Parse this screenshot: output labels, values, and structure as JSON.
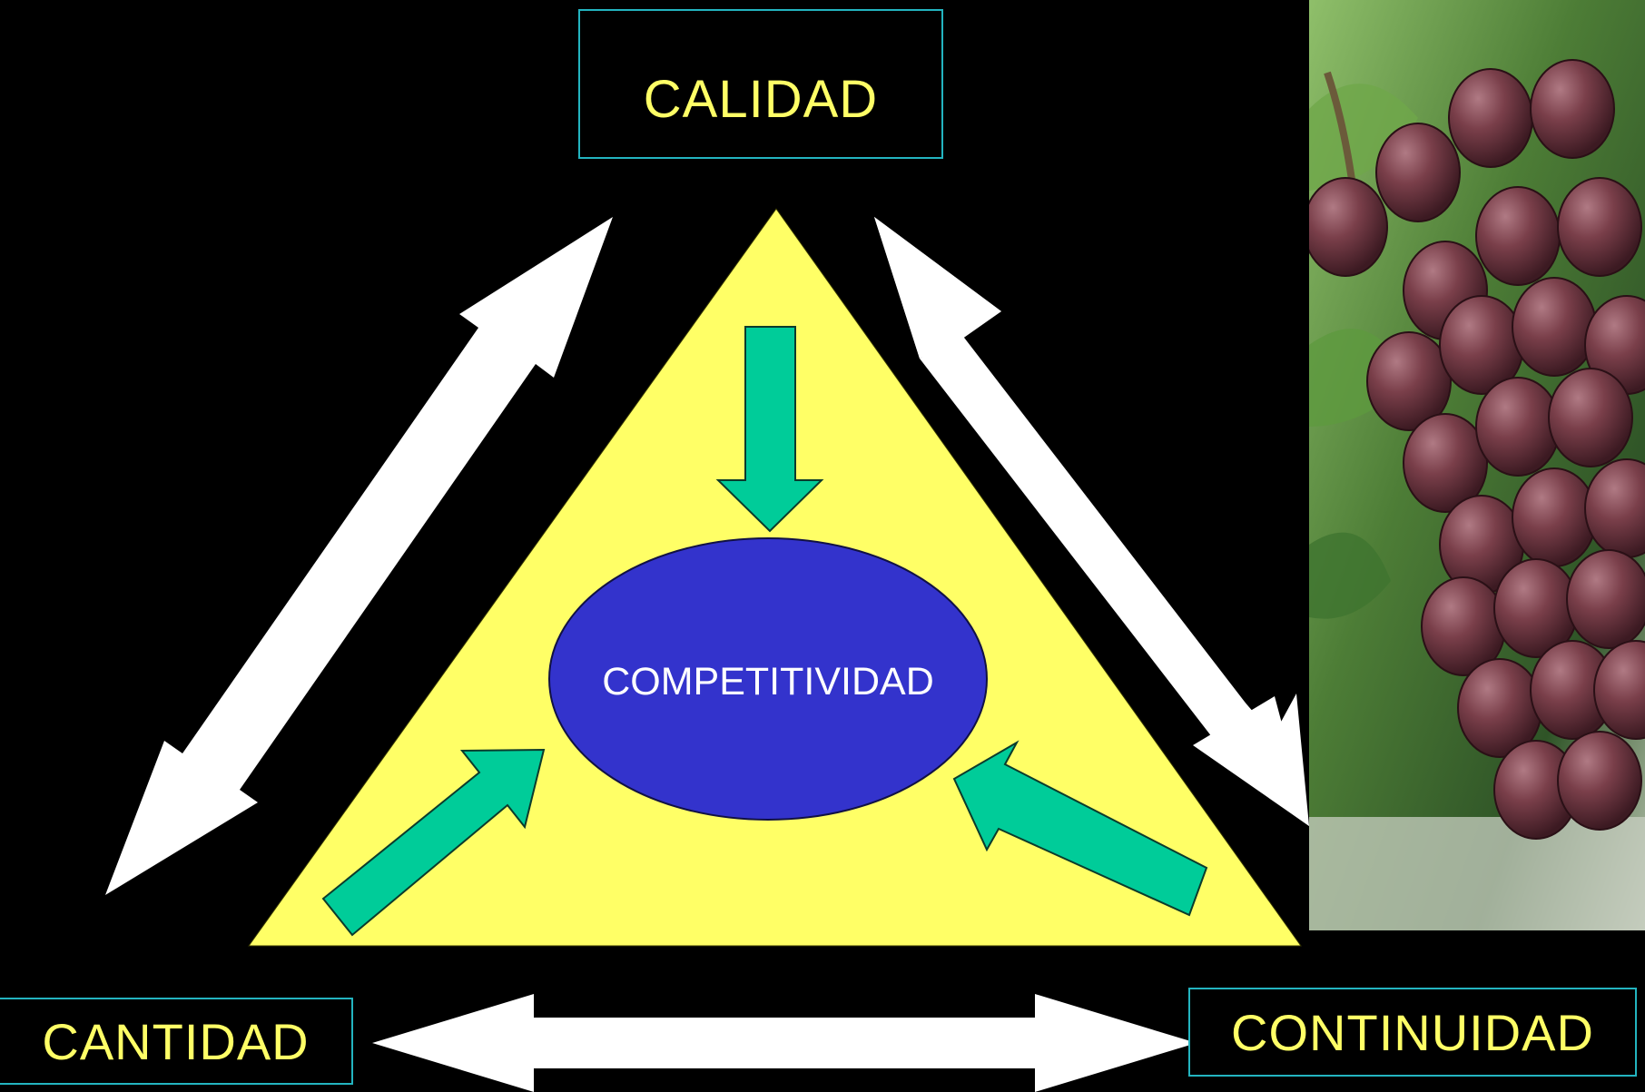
{
  "diagram": {
    "top_node": {
      "label": "CALIDAD"
    },
    "left_node": {
      "label": "CANTIDAD"
    },
    "right_node": {
      "label": "CONTINUIDAD"
    },
    "center_node": {
      "label": "COMPETITIVIDAD"
    },
    "photo": {
      "subject": "red-grape-cluster"
    },
    "colors": {
      "background": "#000000",
      "triangle_fill": "#ffff66",
      "ellipse_fill": "#3333cc",
      "inner_arrow_fill": "#00cc99",
      "outer_arrow_fill": "#ffffff",
      "box_border": "#23b4c0",
      "box_text": "#ffff66",
      "center_text": "#ffffff"
    }
  }
}
